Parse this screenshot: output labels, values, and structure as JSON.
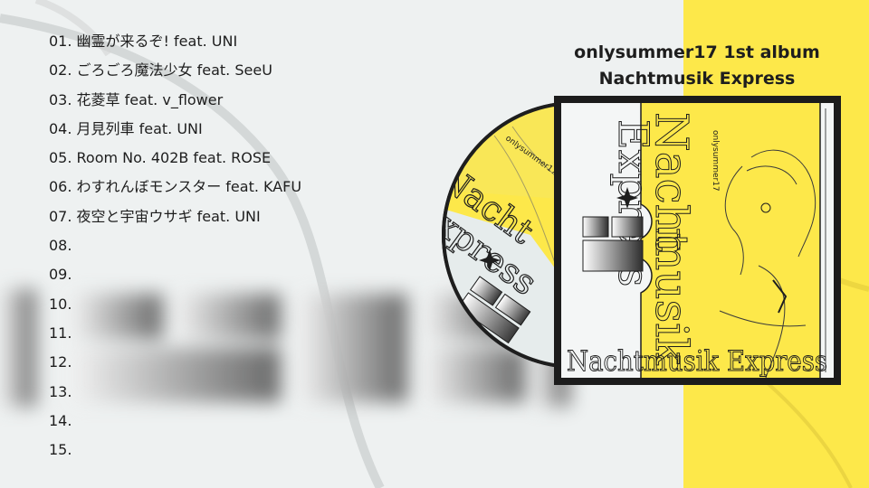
{
  "album": {
    "line1": "onlysummer17 1st album",
    "line2": "Nachtmusik Express"
  },
  "tracks": [
    "01. 幽霊が来るぞ! feat. UNI",
    "02. ごろごろ魔法少女 feat. SeeU",
    "03. 花菱草 feat. v_flower",
    "04. 月見列車 feat. UNI",
    "05. Room No. 402B feat. ROSE",
    "06. わすれんぼモンスター feat. KAFU",
    "07. 夜空と宇宙ウサギ feat. UNI",
    "08.",
    "09.",
    "10.",
    "11.",
    "12.",
    "13.",
    "14.",
    "15."
  ],
  "cover": {
    "artist": "onlysummer17",
    "title_vertical_1": "Nacht",
    "title_vertical_2": "musik",
    "title_vertical_3": "Express",
    "title_banner": "Nachtmusik Express"
  },
  "disc": {
    "artist": "onlysummer17",
    "title_1": "Nacht",
    "title_2": "Express"
  },
  "colors": {
    "accent_yellow": "#fde84a",
    "background": "#eef1f1",
    "text_dark": "#1e1e1e",
    "frame": "#1c1c1c"
  }
}
